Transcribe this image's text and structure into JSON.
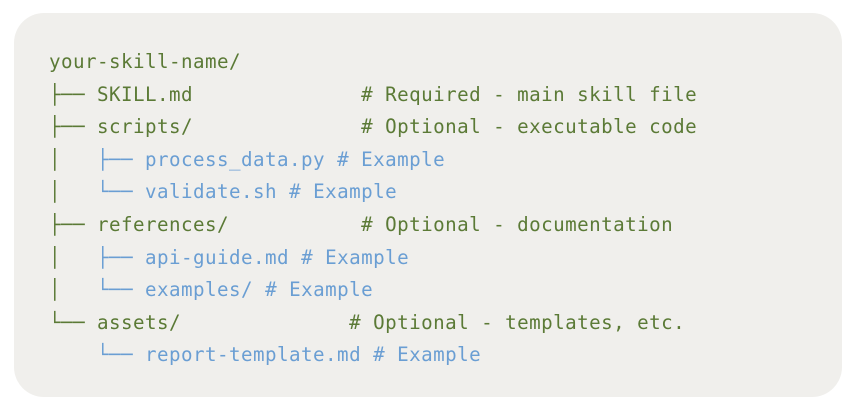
{
  "code_block": {
    "colors": {
      "background": "#f0efec",
      "primary_text": "#5b7a36",
      "example_text": "#6a9ed3"
    },
    "lines": [
      {
        "prefix": "",
        "name": "your-skill-name/",
        "pad": "",
        "comment": "",
        "style": "primary"
      },
      {
        "prefix": "├── ",
        "name": "SKILL.md",
        "pad": "              ",
        "comment": "# Required - main skill file",
        "style": "primary"
      },
      {
        "prefix": "├── ",
        "name": "scripts/",
        "pad": "              ",
        "comment": "# Optional - executable code",
        "style": "primary"
      },
      {
        "prefix": "│   ",
        "branch": "├── ",
        "name": "process_data.py",
        "pad": " ",
        "comment": "# Example",
        "style": "example"
      },
      {
        "prefix": "│   ",
        "branch": "└── ",
        "name": "validate.sh",
        "pad": " ",
        "comment": "# Example",
        "style": "example"
      },
      {
        "prefix": "├── ",
        "name": "references/",
        "pad": "           ",
        "comment": "# Optional - documentation",
        "style": "primary"
      },
      {
        "prefix": "│   ",
        "branch": "├── ",
        "name": "api-guide.md",
        "pad": " ",
        "comment": "# Example",
        "style": "example"
      },
      {
        "prefix": "│   ",
        "branch": "└── ",
        "name": "examples/",
        "pad": " ",
        "comment": "# Example",
        "style": "example"
      },
      {
        "prefix": "└── ",
        "name": "assets/",
        "pad": "              ",
        "comment": "# Optional - templates, etc.",
        "style": "primary"
      },
      {
        "prefix": "    ",
        "branch": "└── ",
        "name": "report-template.md",
        "pad": " ",
        "comment": "# Example",
        "style": "example"
      }
    ]
  }
}
